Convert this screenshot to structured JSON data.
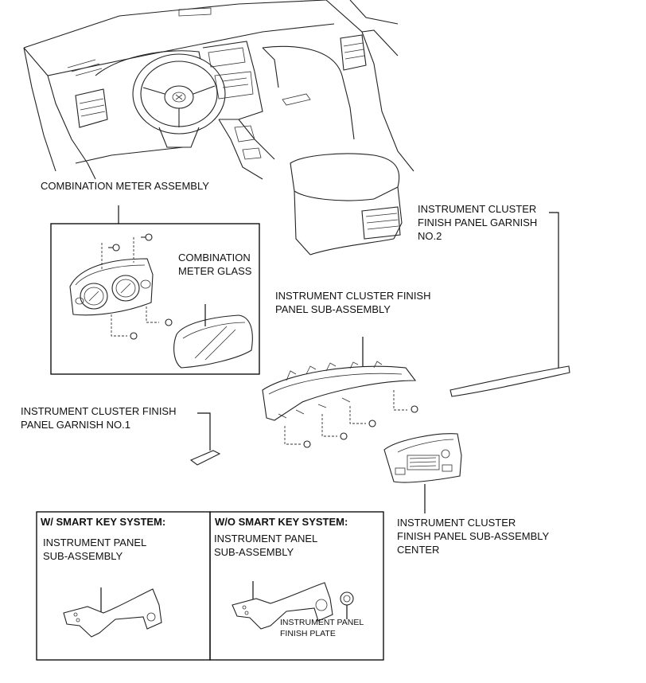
{
  "labels": {
    "combination_meter_assembly": "COMBINATION METER ASSEMBLY",
    "combination_meter_glass": [
      "COMBINATION",
      "METER GLASS"
    ],
    "finish_panel_sub_assembly": [
      "INSTRUMENT CLUSTER FINISH",
      "PANEL SUB-ASSEMBLY"
    ],
    "finish_panel_garnish_no2": [
      "INSTRUMENT CLUSTER",
      "FINISH PANEL GARNISH",
      "NO.2"
    ],
    "finish_panel_garnish_no1": [
      "INSTRUMENT CLUSTER FINISH",
      "PANEL GARNISH NO.1"
    ],
    "finish_panel_sub_assembly_center": [
      "INSTRUMENT CLUSTER",
      "FINISH PANEL SUB-ASSEMBLY",
      "CENTER"
    ]
  },
  "variants": {
    "with_smart_key": {
      "header": "W/ SMART KEY SYSTEM:",
      "part": [
        "INSTRUMENT PANEL",
        "SUB-ASSEMBLY"
      ]
    },
    "without_smart_key": {
      "header": "W/O SMART KEY SYSTEM:",
      "part": [
        "INSTRUMENT PANEL",
        "SUB-ASSEMBLY"
      ],
      "extra_part": [
        "INSTRUMENT PANEL",
        "FINISH PLATE"
      ]
    }
  }
}
